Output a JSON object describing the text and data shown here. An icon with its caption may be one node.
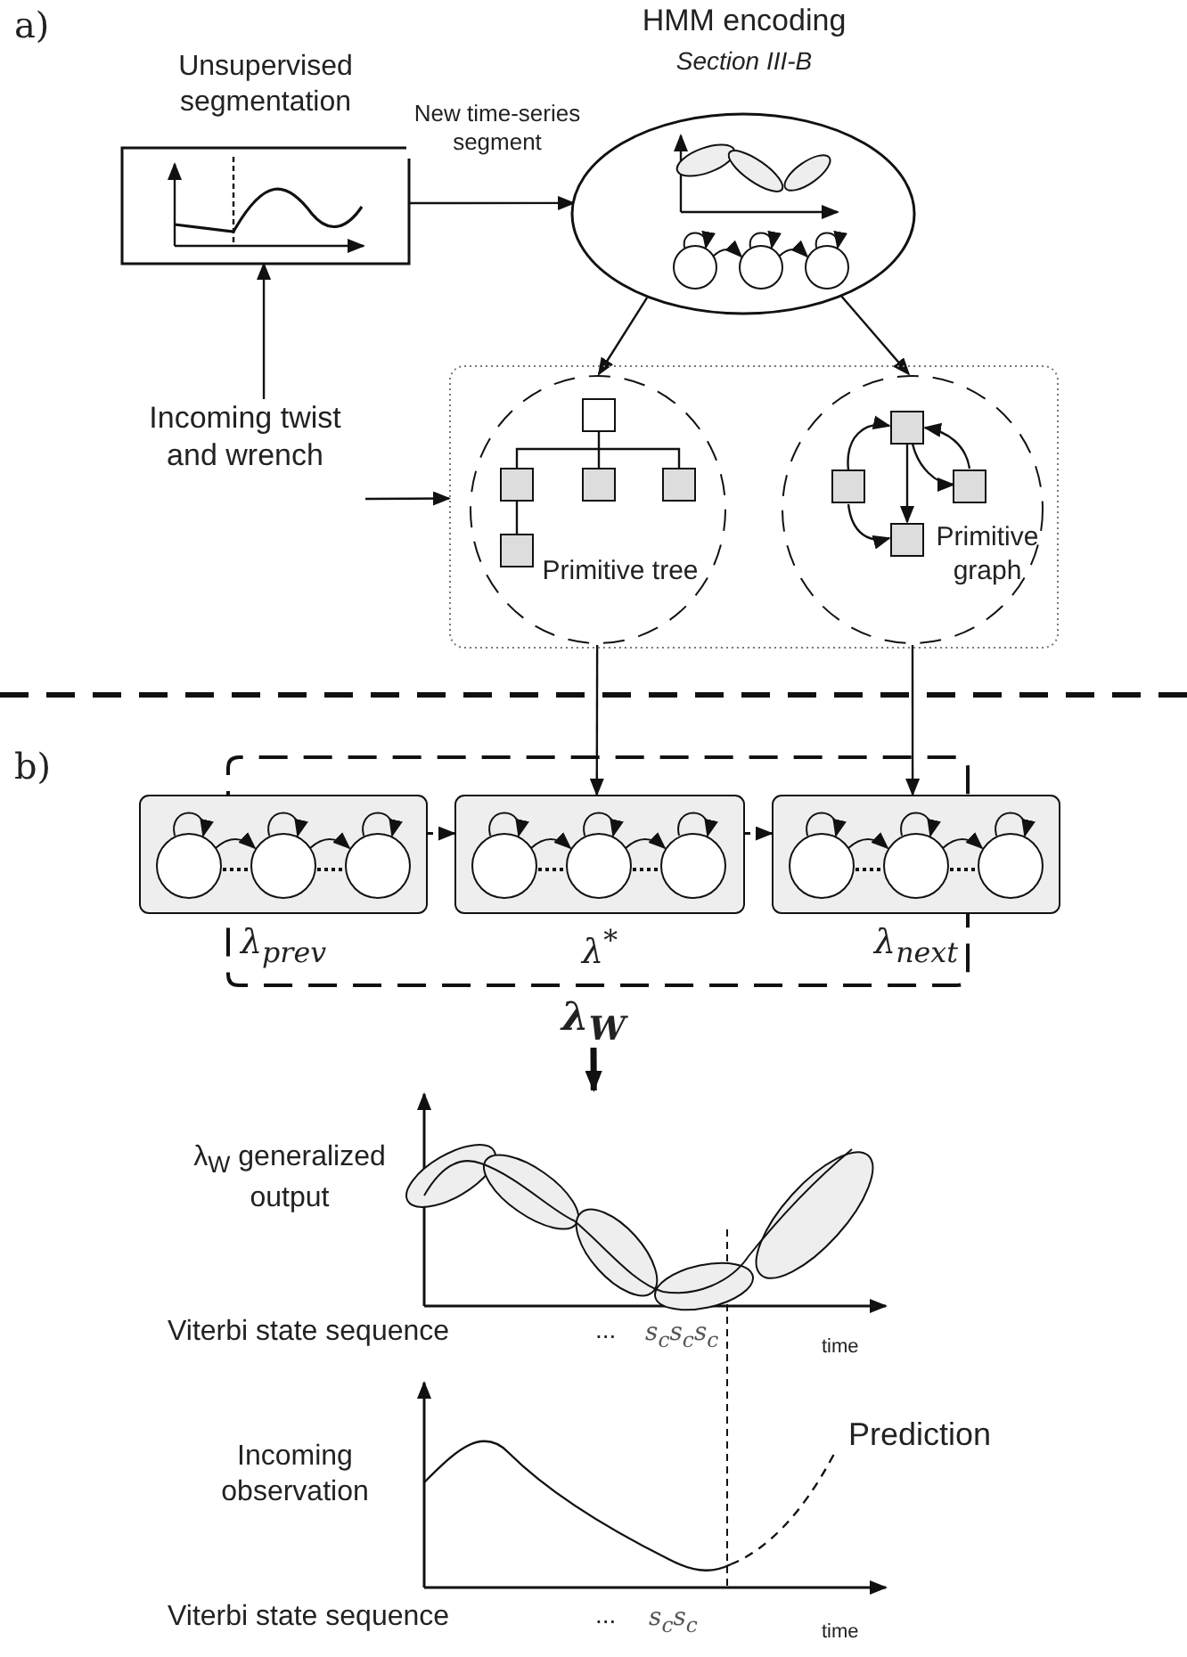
{
  "diagram": {
    "nodes": [
      {
        "text": [
          "Unsupervised segmentation"
        ]
      },
      {
        "text": [
          "HMM encoding",
          "Section III-B"
        ]
      },
      {
        "text": [
          "Incoming twist and wrench"
        ]
      },
      {
        "text": [],
        "shape": "box"
      },
      {
        "text": [
          "Primitive tree"
        ],
        "in": 3
      },
      {
        "text": [
          "Primitive graph"
        ],
        "in": 3
      },
      {
        "text": [
          "λ$_{prev}$"
        ]
      },
      {
        "text": [
          "λ$^{*}$"
        ]
      },
      {
        "text": [
          "λ$_{next}$"
        ]
      },
      {
        "text": [
          "λ$_{W}$"
        ]
      },
      {
        "text": [],
        "shape": "picture"
      }
    ],
    "edges": [
      {
        "from": 0,
        "to": 1,
        "arrow": "to",
        "label": "New time-series segment"
      },
      {
        "from": 2,
        "to": 0,
        "arrow": "to"
      },
      {
        "from": 2,
        "to": 3,
        "arrow": "to"
      },
      {
        "from": 1,
        "to": 4,
        "arrow": "to"
      },
      {
        "from": 1,
        "to": 5,
        "arrow": "to"
      },
      {
        "from": 4,
        "to": 7,
        "arrow": "to"
      },
      {
        "from": 5,
        "to": 8,
        "arrow": "to"
      },
      {
        "from": 6,
        "to": 7,
        "arrow": "to",
        "style": "dashed"
      },
      {
        "from": 7,
        "to": 8,
        "arrow": "to",
        "style": "dashed"
      },
      {
        "from": 9,
        "to": 10,
        "arrow": "to",
        "style": "thick"
      }
    ],
    "labels": [
      "a)",
      "b)",
      "λ$_{W}$ generalized output",
      "Viterbi state sequence",
      "...",
      "s$_{c}$s$_{c}$s$_{c}$",
      "time",
      "Prediction",
      "Incoming observation",
      "Viterbi state sequence",
      "...",
      "s$_{c}$s$_{c}$",
      "time"
    ]
  }
}
